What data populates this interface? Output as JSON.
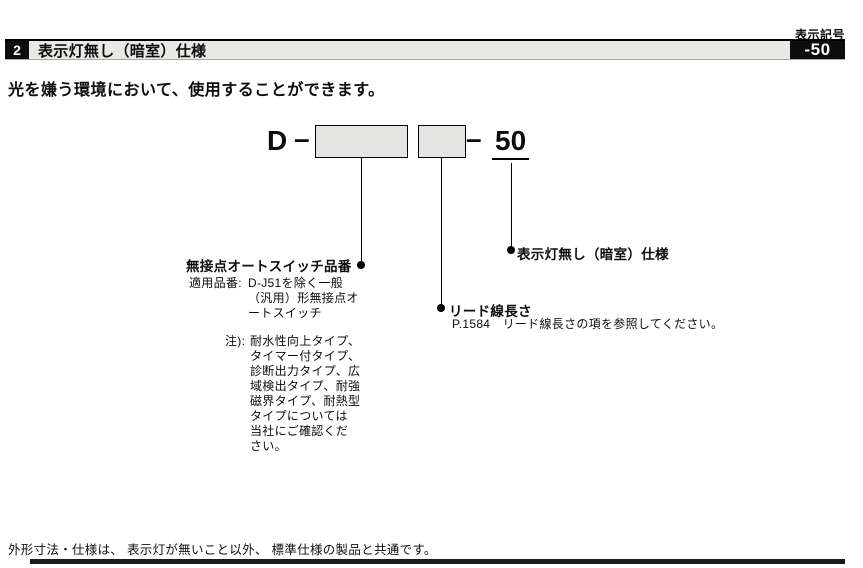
{
  "header": {
    "corner_label": "表示記号",
    "corner_code": "-50",
    "section_number": "2",
    "section_title": "表示灯無し（暗室）仕様"
  },
  "intro": "光を嫌う環境において、使用することができます。",
  "diagram": {
    "prefix": "D",
    "dash1": "–",
    "dash2": "–",
    "suffix_number": "50",
    "callout_switch_title": "無接点オートスイッチ品番",
    "callout_switch_applicable_label": "適用品番:",
    "callout_switch_applicable_lines": [
      "D-J51を除く一般",
      "（汎用）形無接点オ",
      "ートスイッチ"
    ],
    "callout_switch_note_label": "注):",
    "callout_switch_note_lines": [
      "耐水性向上タイプ、",
      "タイマー付タイプ、",
      "診断出力タイプ、広",
      "域検出タイプ、耐強",
      "磁界タイプ、耐熱型",
      "タイプについては",
      "当社にご確認くだ",
      "さい。"
    ],
    "callout_lead_title": "リード線長さ",
    "callout_lead_detail": "P.1584　リード線長さの項を参照してください。",
    "callout_plain_title": "表示灯無し（暗室）仕様"
  },
  "footer": {
    "note": "外形寸法・仕様は、 表示灯が無いこと以外、 標準仕様の製品と共通です。"
  },
  "colors": {
    "bar_gray": "#e8e8e5",
    "diagram_box_fill": "#e4e4e2",
    "ink_black": "#0d0d0d"
  }
}
